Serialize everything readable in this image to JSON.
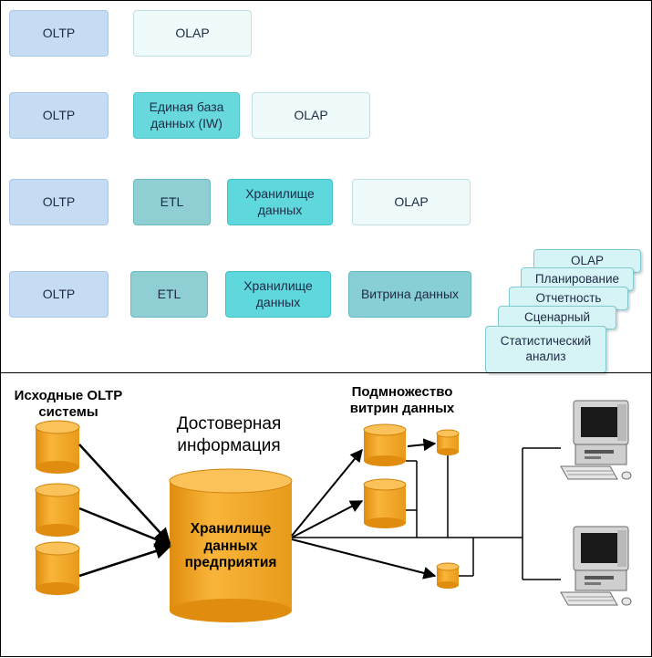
{
  "top": {
    "row1": {
      "oltp": "OLTP",
      "olap": "OLAP"
    },
    "row2": {
      "oltp": "OLTP",
      "ucb": "Единая база данных (IW)",
      "olap": "OLAP"
    },
    "row3": {
      "oltp": "OLTP",
      "etl": "ETL",
      "storage": "Хранилище данных",
      "olap": "OLAP"
    },
    "row4": {
      "oltp": "OLTP",
      "etl": "ETL",
      "storage": "Хранилище данных",
      "mart": "Витрина данных",
      "tools": [
        "OLAP",
        "Планирование",
        "Отчетность",
        "Сценарный",
        "Статистический анализ"
      ]
    }
  },
  "bottom": {
    "sources_label": "Исходные OLTP системы",
    "trusted_label": "Достоверная информация",
    "warehouse_label": "Хранилище данных предприятия",
    "marts_label": "Подмножество витрин данных"
  },
  "colors": {
    "cylinder": "#f6a320",
    "oltp_box": "#c5dcf2",
    "storage_box": "#5ed7dd"
  }
}
